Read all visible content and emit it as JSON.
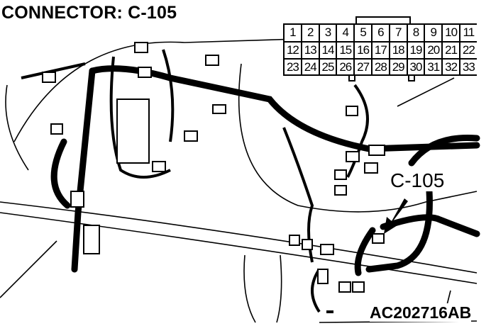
{
  "title": "CONNECTOR: C-105",
  "callout_label": "C-105",
  "figure_code": "AC202716AB",
  "connector_pins": {
    "row1": [
      "1",
      "2",
      "3",
      "4",
      "5",
      "6",
      "7",
      "8",
      "9",
      "10",
      "11"
    ],
    "row2": [
      "12",
      "13",
      "14",
      "15",
      "16",
      "17",
      "18",
      "19",
      "20",
      "21",
      "22"
    ],
    "row3": [
      "23",
      "24",
      "25",
      "26",
      "27",
      "28",
      "29",
      "30",
      "31",
      "32",
      "33"
    ]
  }
}
